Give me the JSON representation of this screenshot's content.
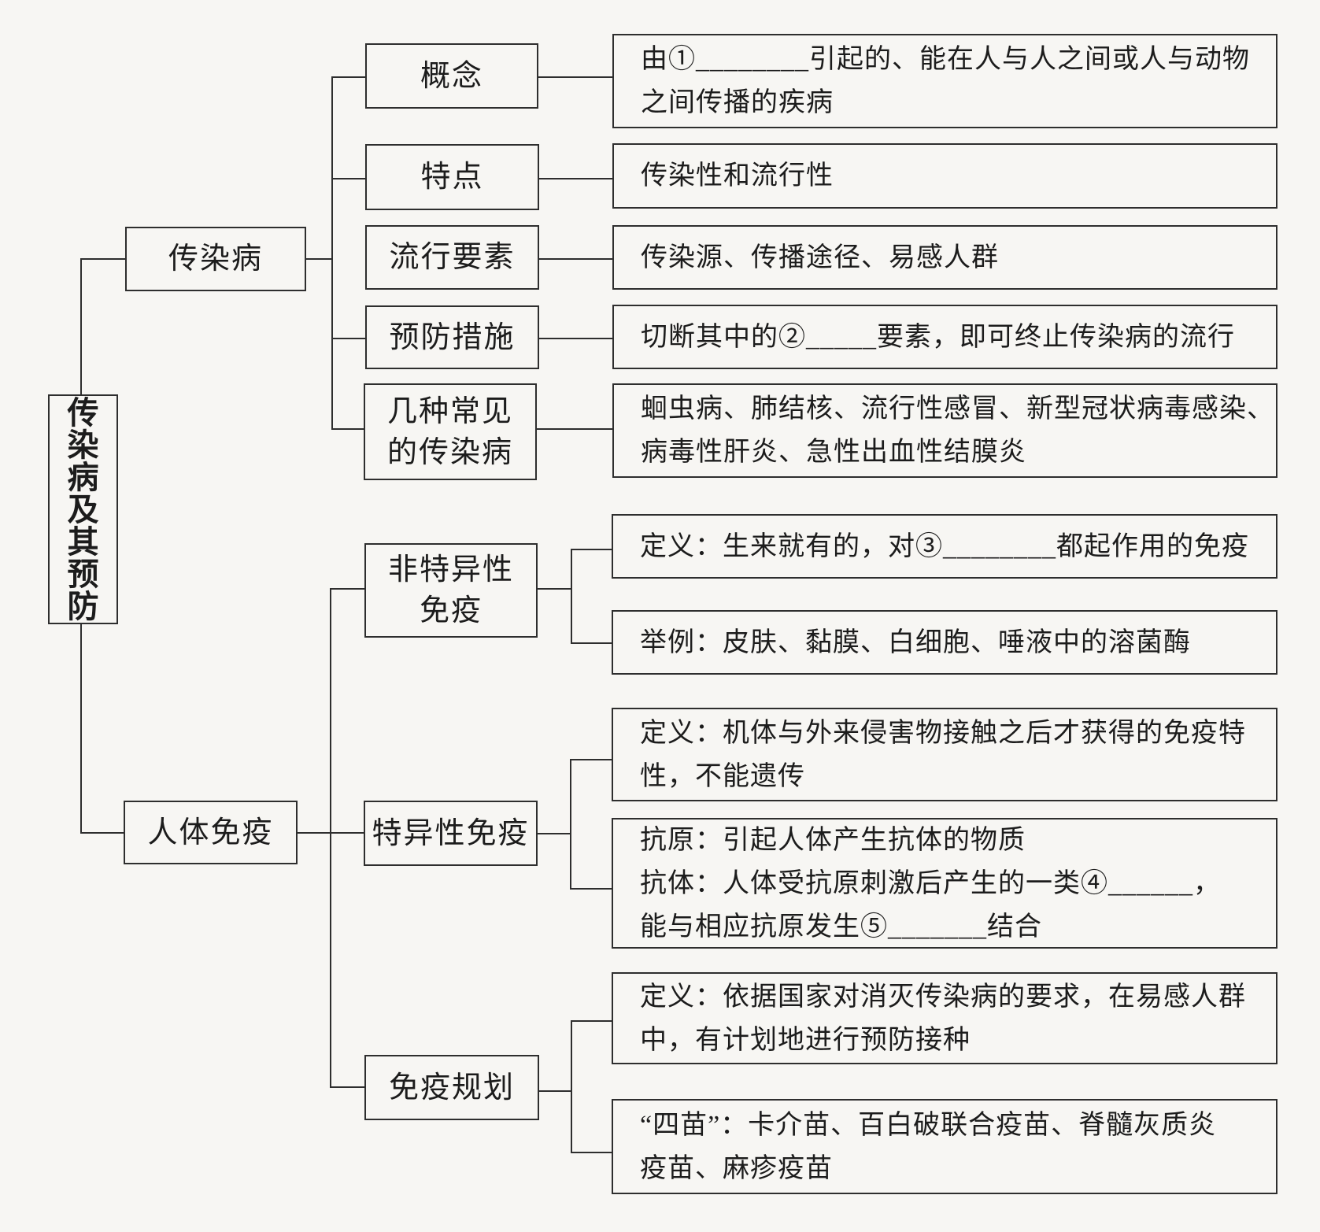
{
  "colors": {
    "background": "#f7f6f3",
    "line": "#2e2e2e",
    "text": "#1c1c1c"
  },
  "root": {
    "label": "传染病及其预防"
  },
  "b1": {
    "label": "传染病",
    "concept": {
      "label": "概念",
      "line1": "由①________引起的、能在人与人之间或人与动物",
      "line2": "之间传播的疾病"
    },
    "features": {
      "label": "特点",
      "text": "传染性和流行性"
    },
    "factors": {
      "label": "流行要素",
      "text": "传染源、传播途径、易感人群"
    },
    "prevention": {
      "label": "预防措施",
      "text": "切断其中的②_____要素，即可终止传染病的流行"
    },
    "common": {
      "label1": "几种常见",
      "label2": "的传染病",
      "line1": "蛔虫病、肺结核、流行性感冒、新型冠状病毒感染、",
      "line2": "病毒性肝炎、急性出血性结膜炎"
    }
  },
  "b2": {
    "label": "人体免疫",
    "nonspecific": {
      "label1": "非特异性",
      "label2": "免疫",
      "definition": "定义：生来就有的，对③________都起作用的免疫",
      "example": "举例：皮肤、黏膜、白细胞、唾液中的溶菌酶"
    },
    "specific": {
      "label": "特异性免疫",
      "def1": "定义：机体与外来侵害物接触之后才获得的免疫特",
      "def2": "性，不能遗传",
      "antigen": "抗原：引起人体产生抗体的物质",
      "antibody1": "抗体：人体受抗原刺激后产生的一类④______，",
      "antibody2": "能与相应抗原发生⑤_______结合"
    },
    "plan": {
      "label": "免疫规划",
      "def1": "定义：依据国家对消灭传染病的要求，在易感人群",
      "def2": "中，有计划地进行预防接种",
      "vaccine1": "“四苗”：卡介苗、百白破联合疫苗、脊髓灰质炎",
      "vaccine2": "疫苗、麻疹疫苗"
    }
  }
}
